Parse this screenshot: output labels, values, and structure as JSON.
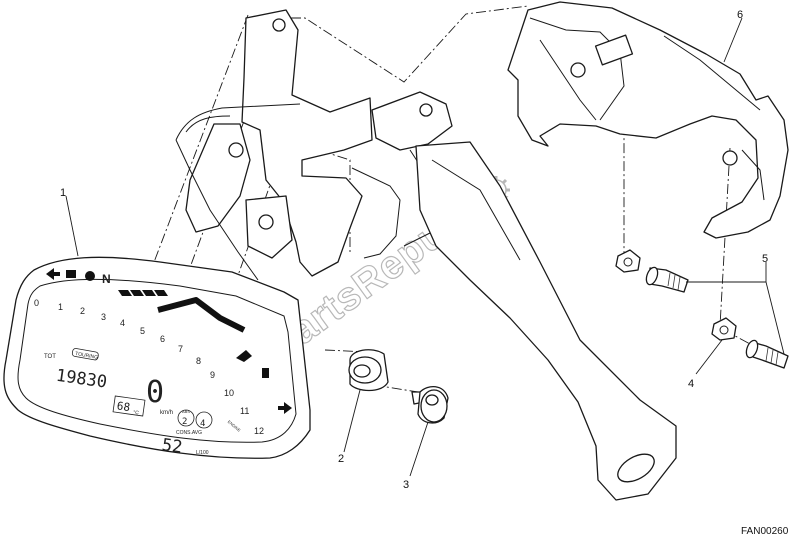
{
  "diagram": {
    "callouts": [
      "1",
      "2",
      "3",
      "4",
      "5",
      "6"
    ],
    "drawing_code": "FAN00260",
    "watermark": "PartsRepublik"
  },
  "dashboard": {
    "gear": "N",
    "rpm_scale": [
      "0",
      "1",
      "2",
      "3",
      "4",
      "5",
      "6",
      "7",
      "8",
      "9",
      "10",
      "11",
      "12"
    ],
    "odometer": "19830",
    "odo_label": "TOT",
    "mode": "TOURING",
    "speed": "0",
    "speed_unit": "km/h",
    "temp": "68",
    "temp_unit": "°C",
    "abs_label": "ABS",
    "abs_level": "2",
    "dtc_level": "4",
    "cons_label": "CONS.AVG",
    "cons_value": "52",
    "cons_unit": "L/100",
    "engine_label": "ENGINE"
  }
}
